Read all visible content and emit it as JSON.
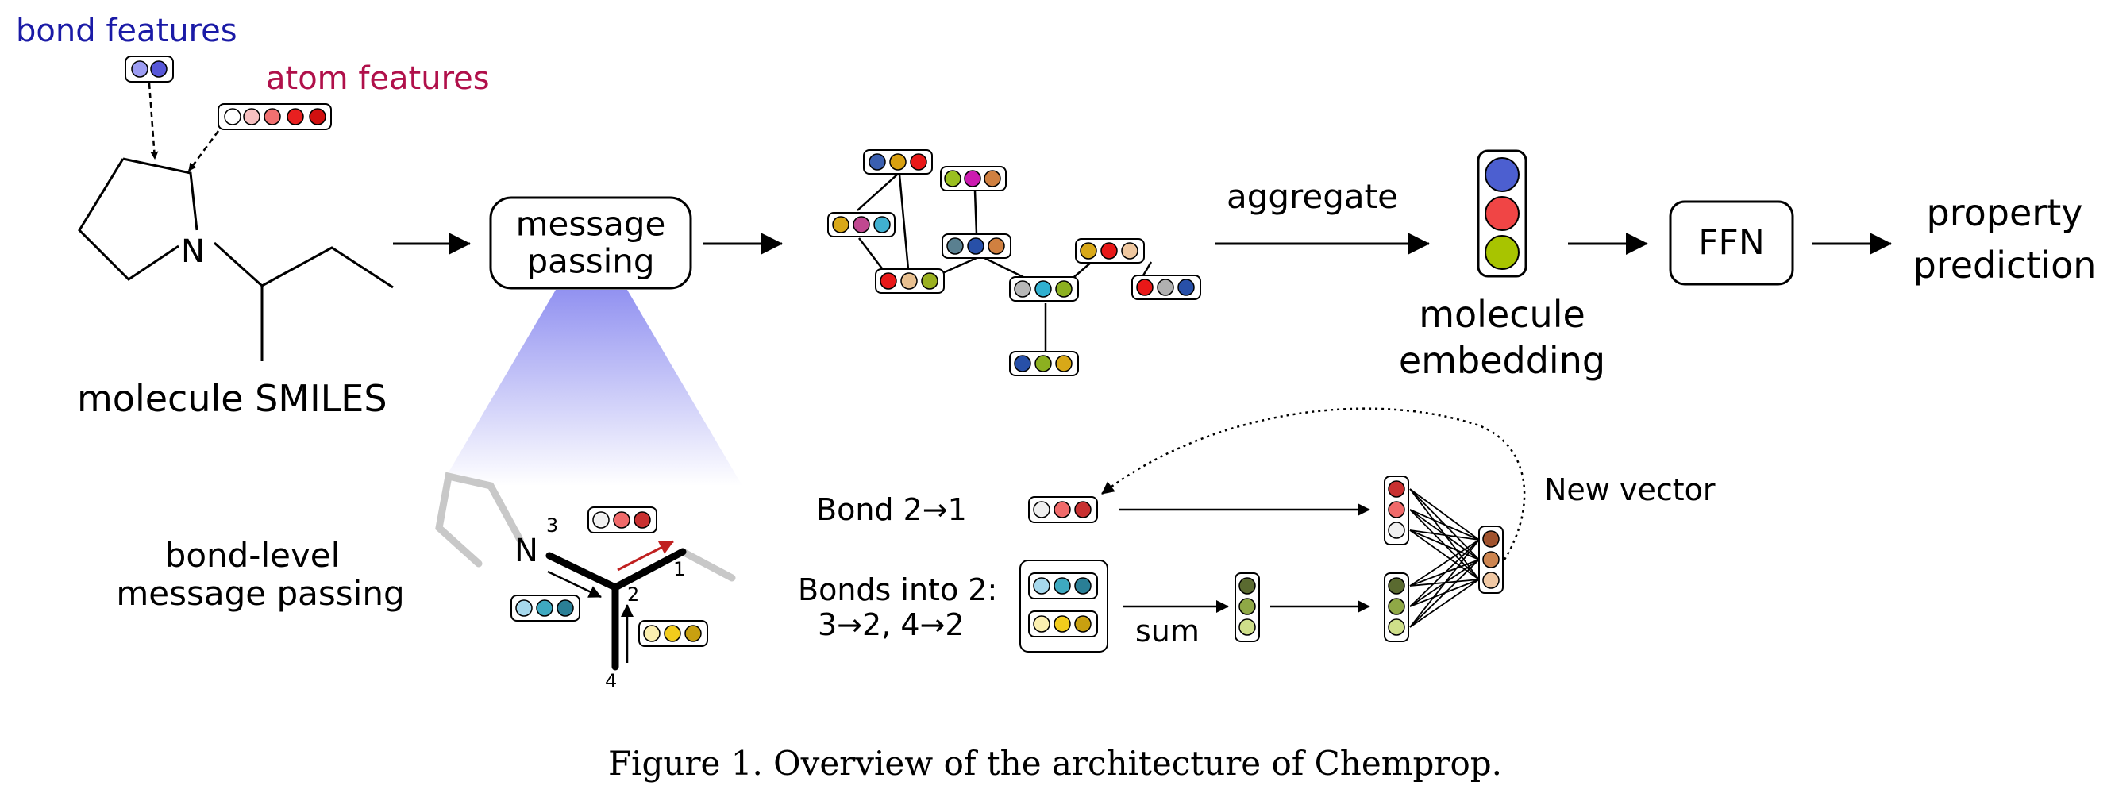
{
  "labels": {
    "bond_features": "bond features",
    "atom_features": "atom features",
    "molecule_smiles": "molecule SMILES",
    "message_passing_line1": "message",
    "message_passing_line2": "passing",
    "aggregate": "aggregate",
    "molecule_embedding_line1": "molecule",
    "molecule_embedding_line2": "embedding",
    "ffn": "FFN",
    "property_line1": "property",
    "property_line2": "prediction",
    "bond_level_line1": "bond-level",
    "bond_level_line2": "message passing",
    "atom_N_top": "N",
    "atom_N_bottom": "N",
    "atom_index_3": "3",
    "atom_index_2": "2",
    "atom_index_1": "1",
    "atom_index_4": "4",
    "bond_2_1": "Bond 2→1",
    "bonds_into_2_line1": "Bonds into 2:",
    "bonds_into_2_line2": "3→2, 4→2",
    "sum": "sum",
    "new_vector": "New vector"
  },
  "caption": "Figure 1. Overview of the architecture of Chemprop.",
  "colors": {
    "bond_features_text": "#1a1aa6",
    "atom_features_text": "#b0104a",
    "blue": "#4c5fd0",
    "red": "#f04545",
    "green": "#a8c400",
    "light_blue": "#a6d8ec",
    "teal": "#3ea9c0",
    "dark_teal": "#2a7f96",
    "light_yellow": "#fbefb0",
    "yellow": "#f2cc1c",
    "dark_yellow": "#c8a010",
    "olive_dark": "#5a6a30",
    "olive": "#8fa846",
    "olive_light": "#cfdf8a",
    "brown_dark": "#a0522d",
    "brown": "#cd8550",
    "brown_light": "#f0c8a4",
    "arrow_red": "#c02020",
    "gradient_blue": "#8c8cf0"
  }
}
